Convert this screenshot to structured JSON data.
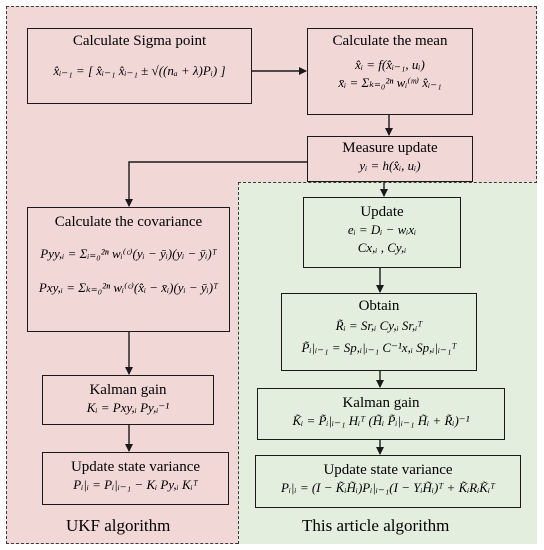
{
  "regions": {
    "ukf_label": "UKF algorithm",
    "article_label": "This article algorithm"
  },
  "boxes": {
    "sigma": {
      "title": "Calculate Sigma point",
      "eq1": "x̂ᵢ₋₁ = [ x̂ᵢ₋₁    x̂ᵢ₋₁ ± √((nₐ + λ)Pᵢ) ]"
    },
    "mean": {
      "title": "Calculate the mean",
      "eq1": "x̂ᵢ = f(x̂ᵢ₋₁, uᵢ)",
      "eq2": "x̄ᵢ = Σₖ₌₀²ⁿ wᵢ⁽ᵐ⁾ x̂ᵢ₋₁"
    },
    "measure": {
      "title": "Measure update",
      "eq1": "yᵢ = h(x̂ᵢ, uᵢ)"
    },
    "covariance": {
      "title": "Calculate the covariance",
      "eq1": "Pyy,ᵢ = Σᵢ₌₀²ⁿ wᵢ⁽ᶜ⁾(yᵢ − ȳᵢ)(yᵢ − ȳᵢ)ᵀ",
      "eq2": "Pxy,ᵢ = Σₖ₌₀²ⁿ wᵢ⁽ᶜ⁾(x̂ᵢ − x̄ᵢ)(yᵢ − ȳᵢ)ᵀ"
    },
    "kalman_left": {
      "title": "Kalman gain",
      "eq1": "Kᵢ = Pxy,ᵢ Py,ᵢ⁻¹"
    },
    "variance_left": {
      "title": "Update state variance",
      "eq1": "Pᵢ|ᵢ = Pᵢ|ᵢ₋₁ − Kᵢ Py,ᵢ Kᵢᵀ"
    },
    "update": {
      "title": "Update",
      "eq1": "eᵢ = Dᵢ − wᵢxᵢ",
      "eq2": "Cx,ᵢ , Cy,ᵢ"
    },
    "obtain": {
      "title": "Obtain",
      "eq1": "R̃ᵢ = Sr,ᵢ Cy,ᵢ Sr,ᵢᵀ",
      "eq2": "P̃ᵢ|ᵢ₋₁ = Sp,ᵢ|ᵢ₋₁ C⁻¹x,ᵢ Sp,ᵢ|ᵢ₋₁ᵀ"
    },
    "kalman_right": {
      "title": "Kalman gain",
      "eq1": "K̃ᵢ = P̃ᵢ|ᵢ₋₁ Hᵢᵀ (H̃ᵢ P̃ᵢ|ᵢ₋₁ H̃ᵢ + R̃ᵢ)⁻¹"
    },
    "variance_right": {
      "title": "Update state variance",
      "eq1": "Pᵢ|ᵢ = (I − K̃ᵢH̃ᵢ)Pᵢ|ᵢ₋₁(I − YᵢH̃ᵢ)ᵀ + K̃ᵢRᵢK̃ᵢᵀ"
    }
  }
}
